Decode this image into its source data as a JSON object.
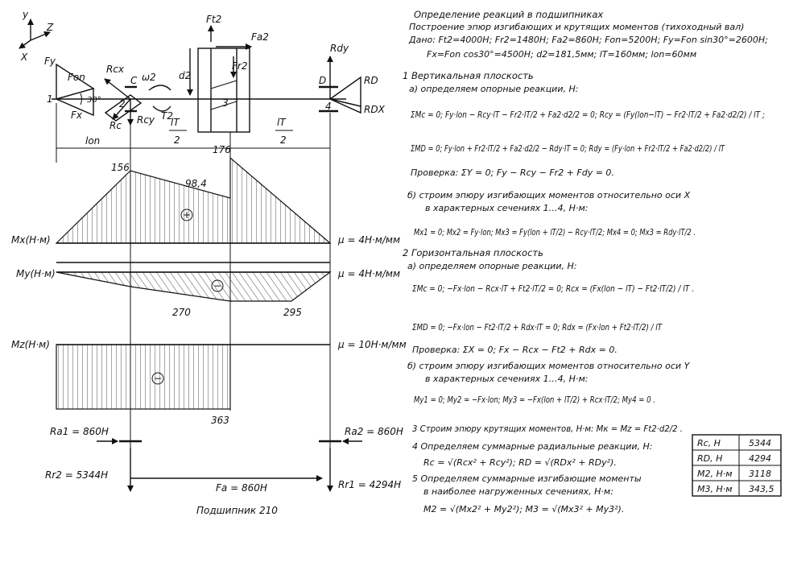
{
  "labels": {
    "axis_y": "y",
    "axis_z": "Z",
    "axis_x": "X",
    "f_y": "Fy",
    "f_on": "Fon",
    "f_x": "Fx",
    "angle": "30°",
    "point1": "1",
    "point2": "2",
    "point3": "3",
    "point4": "4",
    "r_cx": "Rcx",
    "r_c": "Rc",
    "r_cy": "Rcy",
    "point_c": "C",
    "omega": "ω2",
    "t2": "T2",
    "d2": "d2",
    "f_t2": "Ft2",
    "f_a2": "Fa2",
    "f_r2": "Fr2",
    "r_dy": "Rdy",
    "r_d": "RD",
    "r_dx": "RDX",
    "point_d": "D",
    "l_t_half": "lT",
    "two": "2",
    "l_on": "lon"
  },
  "diagrams": {
    "mx": {
      "label": "Mx(H·м)",
      "scale": "μ = 4H·м/мм",
      "v156": "156",
      "v176": "176",
      "v984": "98,4",
      "sign": "+"
    },
    "my": {
      "label": "My(H·м)",
      "scale": "μ = 4H·м/мм",
      "v270": "270",
      "v295": "295",
      "sign": "−"
    },
    "mz": {
      "label": "Mz(H·м)",
      "scale": "μ = 10H·м/мм",
      "v363": "363",
      "sign": "−"
    }
  },
  "bearing_loads": {
    "ra1": "Ra1 = 860H",
    "ra2": "Ra2 = 860H",
    "rr2": "Rr2 = 5344H",
    "rr1": "Rr1 = 4294H",
    "fa": "Fa = 860H",
    "bearing": "Подшипник 210"
  },
  "text": {
    "title": "Определение реакций в подшипниках",
    "l1": "Построение эпюр изгибающих и крутящих моментов (тихоходный вал)",
    "l2": "Дано: Ft2=4000H; Fr2=1480H; Fa2=860H; Fon=5200H; Fy=Fon sin30°=2600H;",
    "l3": "Fx=Fon cos30°=4500H; d2=181,5мм; lT=160мм; lon=60мм",
    "s1": "1 Вертикальная плоскость",
    "s1a": "а) определяем опорные реакции, H:",
    "e1": "ΣMc = 0;  Fy·lon − Rcy·lT − Fr2·lT/2 + Fa2·d2/2 = 0;  Rcy = (Fy(lon−lT) − Fr2·lT/2 + Fa2·d2/2) / lT ;",
    "e2": "ΣMD = 0;  Fy·lon + Fr2·lT/2 + Fa2·d2/2 − Rdy·lT = 0;  Rdy = (Fy·lon + Fr2·lT/2 + Fa2·d2/2) / lT",
    "e3": "Проверка: ΣY = 0;  Fy − Rcy − Fr2 + Fdy = 0.",
    "s1b": "б) строим эпюру изгибающих моментов относительно оси X",
    "s1b2": "в характерных сечениях 1…4, H·м:",
    "e4": "Mx1 = 0;  Mx2 = Fy·lon;  Mx3 = Fy(lon + lT/2) − Rcy·lT/2;  Mx4 = 0;  Mx3 = Rdy·lT/2 .",
    "s2": "2 Горизонтальная плоскость",
    "s2a": "а) определяем опорные реакции, H:",
    "e5": "ΣMc = 0;  −Fx·lon − Rcx·lT + Ft2·lT/2 = 0;  Rcx = (Fx(lon − lT) − Ft2·lT/2) / lT .",
    "e6": "ΣMD = 0;  −Fx·lon − Ft2·lT/2 + Rdx·lT = 0;  Rdx = (Fx·lon + Ft2·lT/2) / lT",
    "e7": "Проверка: ΣX = 0;  Fx − Rcx − Ft2 + Rdx = 0.",
    "s2b": "б) строим эпюру изгибающих моментов относительно оси Y",
    "s2b2": "в характерных сечениях 1…4, H·м:",
    "e8": "My1 = 0;  My2 = −Fx·lon;  My3 = −Fx(lon + lT/2) + Rcx·lT/2;  My4 = 0 .",
    "s3": "3 Строим эпюру крутящих моментов, H·м:  Mк = Mz = Ft2·d2/2 .",
    "s4": "4 Определяем суммарные радиальные реакции, H:",
    "e9": "Rc = √(Rcx² + Rcy²);   RD = √(RDx² + RDy²).",
    "s5": "5 Определяем суммарные изгибающие моменты",
    "s5b": "в наиболее нагруженных сечениях, H·м:",
    "e10": "M2 = √(Mx2² + My2²);   M3 = √(Mx3² + My3²)."
  },
  "results": [
    {
      "name": "Rc, H",
      "value": "5344"
    },
    {
      "name": "RD, H",
      "value": "4294"
    },
    {
      "name": "M2, H·м",
      "value": "3118"
    },
    {
      "name": "M3, H·м",
      "value": "343,5"
    }
  ]
}
